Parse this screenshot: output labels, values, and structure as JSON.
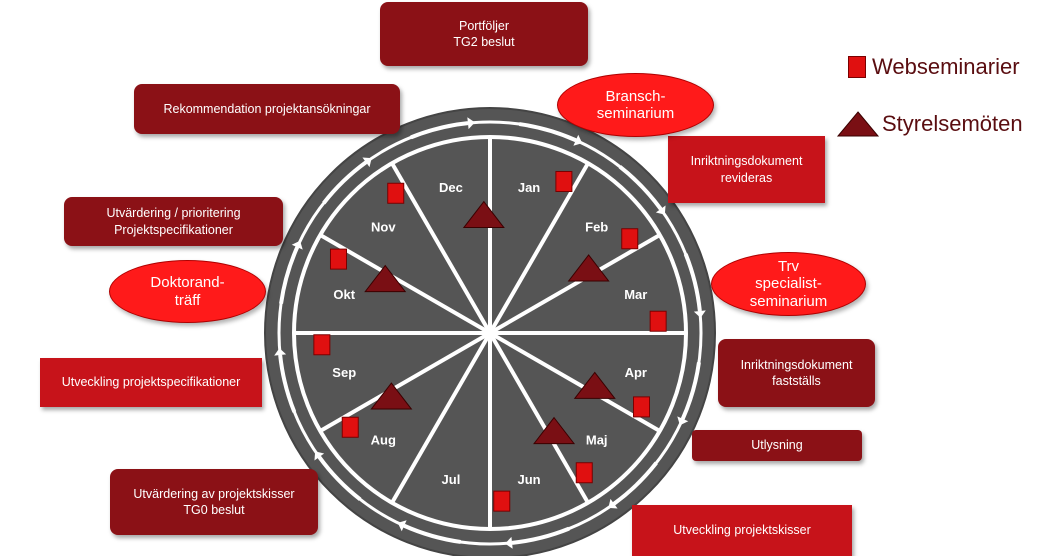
{
  "colors": {
    "wheel_fill": "#555555",
    "dark_box": "#8b1116",
    "red_box": "#c7131a",
    "oval": "#ff1a1a",
    "webseminar_marker": "#e01010",
    "meeting_marker": "#7a0f14"
  },
  "months": [
    "Jan",
    "Feb",
    "Mar",
    "Apr",
    "Maj",
    "Jun",
    "Jul",
    "Aug",
    "Sep",
    "Okt",
    "Nov",
    "Dec"
  ],
  "webseminar_months": [
    "Jan",
    "Feb",
    "Mar",
    "Apr",
    "Maj",
    "Jun",
    "Aug",
    "Sep",
    "Okt",
    "Nov"
  ],
  "meeting_months": [
    "Feb",
    "Apr",
    "Maj",
    "Aug",
    "Okt",
    "Dec"
  ],
  "legend": {
    "webseminars": "Webseminarier",
    "board_meetings": "Styrelsemöten"
  },
  "boxes": {
    "portfoljer": [
      "Portföljer",
      "TG2 beslut"
    ],
    "rekommendation": [
      "Rekommendation projektansökningar"
    ],
    "utvardering_prio": [
      "Utvärdering / prioritering",
      "Projektspecifikationer"
    ],
    "utveckling_spec": [
      "Utveckling projektspecifikationer"
    ],
    "utvardering_skisser": [
      "Utvärdering av projektskisser",
      "TG0 beslut"
    ],
    "inriktning_revideras": [
      "Inriktningsdokument",
      "revideras"
    ],
    "inriktning_faststalls": [
      "Inriktningsdokument",
      "fastställs"
    ],
    "utlysning": [
      "Utlysning"
    ],
    "utveckling_skisser": [
      "Utveckling projektskisser"
    ]
  },
  "ovals": {
    "bransch": [
      "Bransch-",
      "seminarium"
    ],
    "trv": [
      "Trv",
      "specialist-",
      "seminarium"
    ],
    "doktorand": [
      "Doktorand-",
      "träff"
    ]
  }
}
